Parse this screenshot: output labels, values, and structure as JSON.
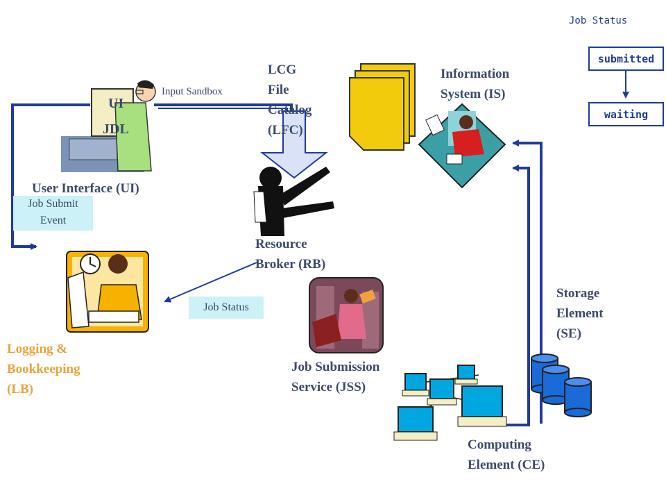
{
  "job_status_title": "Job Status",
  "status_states": [
    "submitted",
    "waiting"
  ],
  "ui_card": {
    "line1": "UI",
    "line2": "JDL"
  },
  "input_sandbox": "Input Sandbox",
  "user_interface": "User Interface (UI)",
  "job_submit_event": {
    "line1": "Job Submit",
    "line2": "Event"
  },
  "lcg": {
    "line1": "LCG",
    "line2": "File",
    "line3": "Catalog",
    "line4": "(LFC)"
  },
  "information_system": {
    "line1": "Information",
    "line2": "System (IS)"
  },
  "resource_broker": {
    "line1": "Resource",
    "line2": "Broker (RB)"
  },
  "job_status_label": "Job Status",
  "logging": {
    "line1": "Logging &",
    "line2": "Bookkeeping",
    "line3": "(LB)"
  },
  "job_submission": {
    "line1": "Job Submission",
    "line2": "Service (JSS)"
  },
  "storage": {
    "line1": "Storage",
    "line2": "Element",
    "line3": "(SE)"
  },
  "computing": {
    "line1": "Computing",
    "line2": "Element (CE)"
  },
  "colors": {
    "arrow": "#1f3b9a",
    "logging_text": "#e8a33c",
    "label_text": "#3a4a6b",
    "document": "#f2cc0c",
    "label_bg": "#ccf2f7"
  }
}
